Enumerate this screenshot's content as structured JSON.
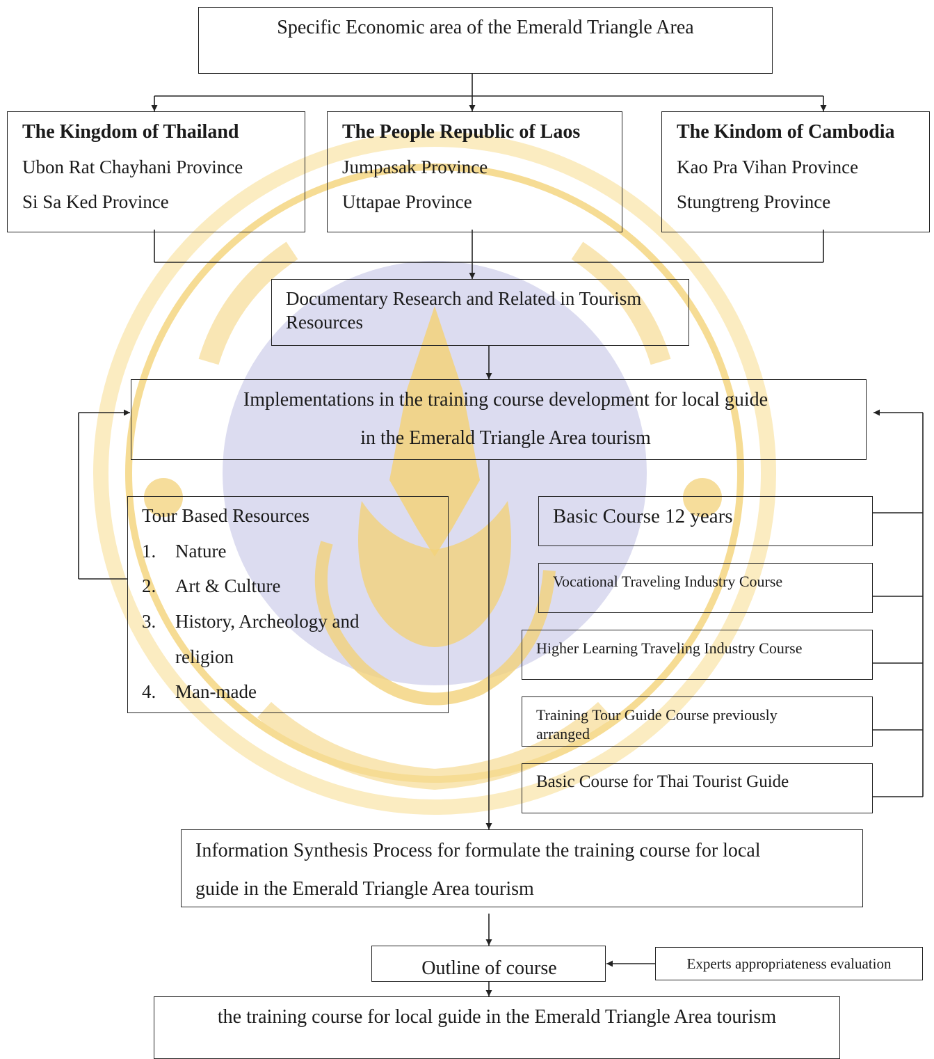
{
  "top": {
    "title": "Specific Economic area of the Emerald Triangle Area"
  },
  "countries": [
    {
      "name": "The Kingdom of Thailand",
      "provinces": [
        "Ubon Rat Chayhani Province",
        "Si Sa Ked Province"
      ]
    },
    {
      "name": "The People Republic of Laos",
      "provinces": [
        "Jumpasak  Province",
        "Uttapae  Province"
      ]
    },
    {
      "name": "The Kindom of Cambodia",
      "provinces": [
        "Kao Pra Vihan Province",
        "Stungtreng Province"
      ]
    }
  ],
  "documentary": {
    "line1": "Documentary Research and Related in Tourism",
    "line2": "Resources"
  },
  "implementation": {
    "line1": "Implementations in the training course development for local guide",
    "line2": "in the Emerald Triangle Area tourism"
  },
  "tour_resources": {
    "title": "Tour Based Resources",
    "items": [
      {
        "num": "1.",
        "text": "Nature"
      },
      {
        "num": "2.",
        "text": "Art & Culture"
      },
      {
        "num": "3.",
        "text": "History, Archeology and",
        "text2": "religion"
      },
      {
        "num": "4.",
        "text": "Man-made"
      }
    ]
  },
  "courses": [
    {
      "label": "Basic Course 12 years"
    },
    {
      "label": "Vocational Traveling Industry Course"
    },
    {
      "label": "Higher Learning Traveling Industry Course"
    },
    {
      "label": "Training Tour Guide Course previously",
      "label2": "arranged"
    },
    {
      "label": "Basic Course for Thai Tourist Guide"
    }
  ],
  "synthesis": {
    "line1": "Information Synthesis Process for formulate the training course  for local",
    "line2": "guide in the Emerald Triangle Area tourism"
  },
  "outline": {
    "label": "Outline  of course"
  },
  "experts": {
    "label": "Experts appropriateness evaluation"
  },
  "final": {
    "label": "the training course  for local guide in the Emerald Triangle Area tourism"
  },
  "colors": {
    "watermark_gold": "#f3d27a",
    "watermark_blue": "#dcdcf0",
    "line": "#222222"
  }
}
